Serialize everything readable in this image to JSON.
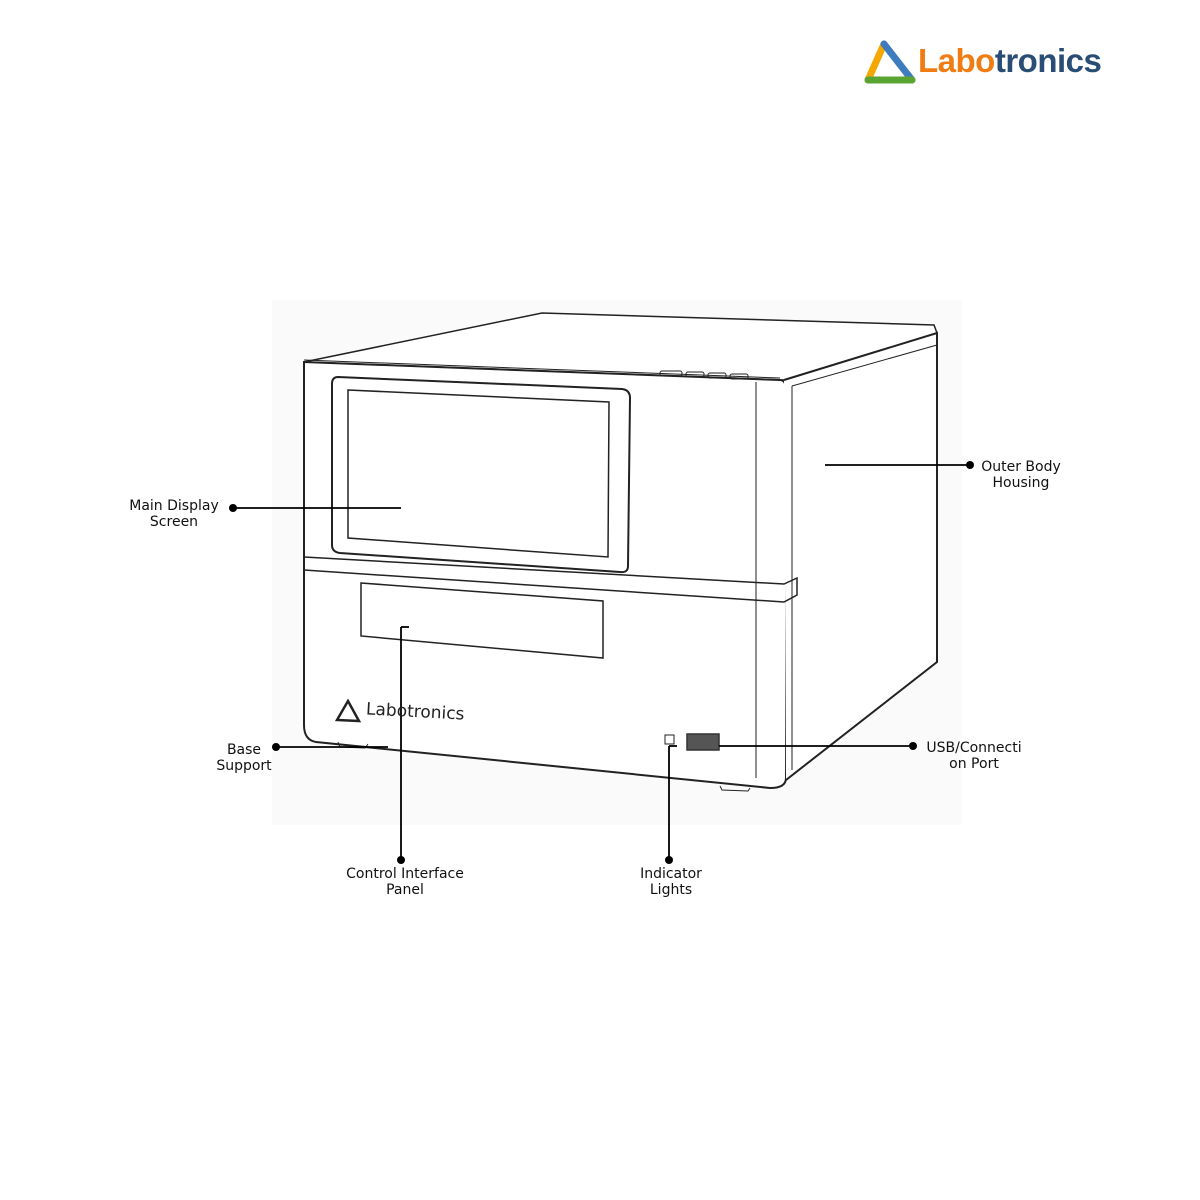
{
  "brand": {
    "part1": "Labo",
    "part2": "tronics",
    "colors": {
      "orange": "#f07d13",
      "navy": "#2a4d75"
    }
  },
  "device_logo": "Labotronics",
  "labels": {
    "main_display": [
      "Main Display",
      "Screen"
    ],
    "outer_body": [
      "Outer Body",
      "Housing"
    ],
    "base_support": [
      "Base",
      "Support"
    ],
    "usb_port": [
      "USB/Connecti",
      "on Port"
    ],
    "control_panel": [
      "Control Interface",
      "Panel"
    ],
    "indicator_lights": [
      "Indicator",
      "Lights"
    ]
  }
}
